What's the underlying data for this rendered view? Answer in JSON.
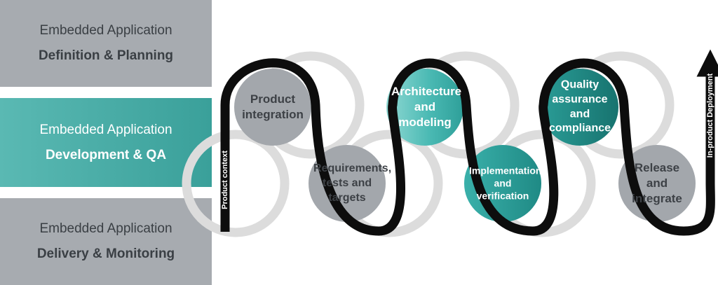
{
  "stages": [
    {
      "line1": "Embedded Application",
      "line2": "Definition & Planning",
      "active": false
    },
    {
      "line1": "Embedded Application",
      "line2": "Development & QA",
      "active": true
    },
    {
      "line1": "Embedded Application",
      "line2": "Delivery & Monitoring",
      "active": false
    }
  ],
  "side_labels": {
    "left": "Product context",
    "right": "In-product Deployment"
  },
  "nodes": [
    {
      "label": "Product integration",
      "style": "grey"
    },
    {
      "label": "Requirements, tests and targets",
      "style": "grey"
    },
    {
      "label": "Architecture and modeling",
      "style": "teal-light"
    },
    {
      "label": "Implementation and verification",
      "style": "teal"
    },
    {
      "label": "Quality assurance and compliance",
      "style": "teal-dark"
    },
    {
      "label": "Release and integrate",
      "style": "grey"
    }
  ],
  "colors": {
    "panel_grey": "#a7abb0",
    "panel_teal": "#4aaea8",
    "node_grey": "#a3a7ac",
    "node_teal_light": "#5cc3bd",
    "node_teal": "#2f9f99",
    "node_teal_dark": "#1f8580",
    "track_light": "#dcdcdc",
    "track_dark": "#0d0d0d"
  }
}
